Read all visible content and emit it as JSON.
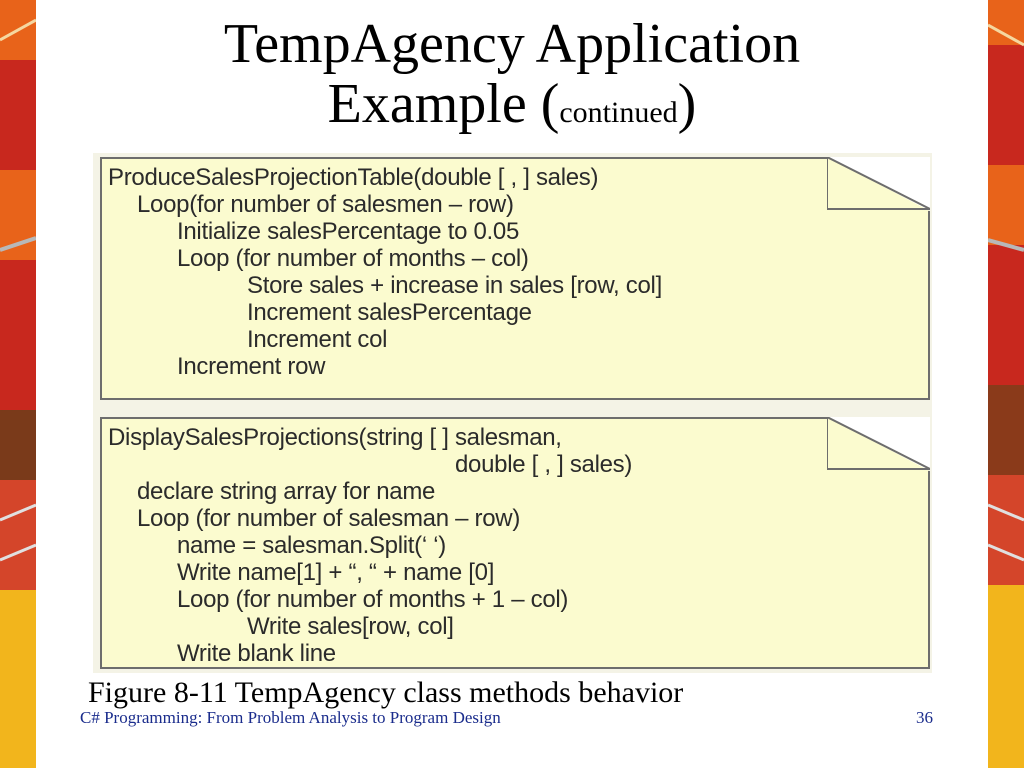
{
  "slide": {
    "title_main": "TempAgency Application",
    "title_second_prefix": "Example (",
    "title_second_small": "continued",
    "title_second_suffix": ")",
    "caption": "Figure 8-11 TempAgency class methods behavior",
    "footer": "C# Programming: From Problem Analysis to Program Design",
    "page_number": "36"
  },
  "note1": {
    "lines": [
      "ProduceSalesProjectionTable(double [ , ] sales)",
      "Loop(for number of salesmen – row)",
      "Initialize salesPercentage to 0.05",
      "Loop (for number of months – col)",
      "Store sales + increase in sales [row, col]",
      "Increment salesPercentage",
      "Increment col",
      "Increment row"
    ]
  },
  "note2": {
    "lines": [
      "DisplaySalesProjections(string [ ] salesman,",
      "double [ , ] sales)",
      "declare string array for name",
      "Loop (for number of salesman – row)",
      "name = salesman.Split(‘ ‘)",
      "Write name[1]  + “, “ + name [0]",
      "Loop (for number of months + 1 – col)",
      "Write sales[row, col]",
      "Write blank line"
    ]
  },
  "colors": {
    "note_fill": "#fbfbcf",
    "footer_text": "#1a2c8c",
    "facade_red": "#c8281e",
    "facade_orange": "#e8631a",
    "facade_yellow": "#f2b51c"
  }
}
